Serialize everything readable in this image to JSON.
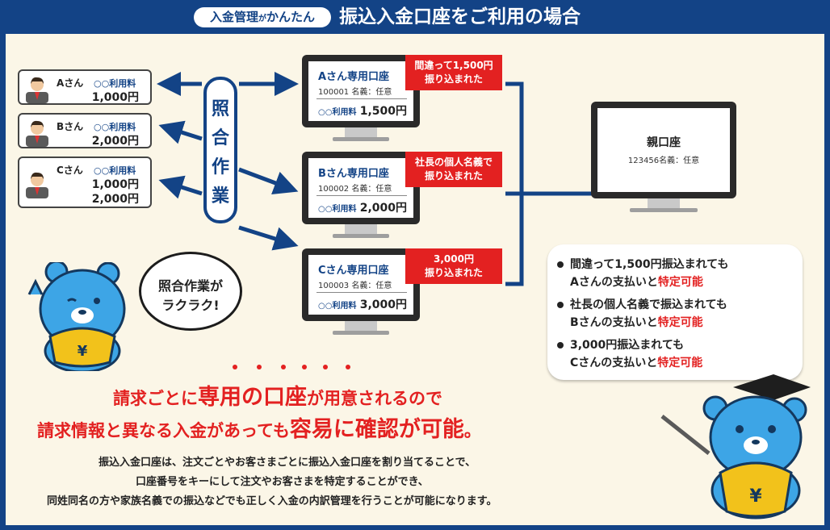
{
  "header": {
    "pill_main": "入金管理",
    "pill_small": "が",
    "pill_tail": "かんたん",
    "title": "振込入金口座をご利用の場合"
  },
  "customers": [
    {
      "name": "Aさん",
      "fee_label": "○○利用料",
      "amounts": [
        "1,000円"
      ]
    },
    {
      "name": "Bさん",
      "fee_label": "○○利用料",
      "amounts": [
        "2,000円"
      ]
    },
    {
      "name": "Cさん",
      "fee_label": "○○利用料",
      "amounts": [
        "1,000円",
        "2,000円"
      ]
    }
  ],
  "matching": {
    "label": [
      "照",
      "合",
      "作",
      "業"
    ]
  },
  "accounts": [
    {
      "title": "Aさん専用口座",
      "number": "100001 名義：任意",
      "fee_label": "○○利用料",
      "amount": "1,500円",
      "note": [
        "間違って1,500円",
        "振り込まれた"
      ]
    },
    {
      "title": "Bさん専用口座",
      "number": "100002 名義：任意",
      "fee_label": "○○利用料",
      "amount": "2,000円",
      "note": [
        "社長の個人名義で",
        "振り込まれた"
      ]
    },
    {
      "title": "Cさん専用口座",
      "number": "100003 名義：任意",
      "fee_label": "○○利用料",
      "amount": "3,000円",
      "note": [
        "3,000円",
        "振り込まれた"
      ]
    }
  ],
  "parent": {
    "title": "親口座",
    "number": "123456名義：任意"
  },
  "bubble": {
    "line1": "照合作業が",
    "line2": "ラクラク!"
  },
  "notes": [
    {
      "line1": "間違って1,500円振込まれても",
      "line2_pre": "Aさんの支払いと",
      "line2_red": "特定可能"
    },
    {
      "line1": "社長の個人名義で振込まれても",
      "line2_pre": "Bさんの支払いと",
      "line2_red": "特定可能"
    },
    {
      "line1": "3,000円振込まれても",
      "line2_pre": "Cさんの支払いと",
      "line2_red": "特定可能"
    }
  ],
  "headline": {
    "l1a": "請求ごとに",
    "l1b": "専用の口座",
    "l1c": "が用意されるので",
    "l2a": "請求情報と異なる入金があっても",
    "l2b": "容易に確認が可能",
    "l2c": "。"
  },
  "body": [
    "振込入金口座は、注文ごとやお客さまごとに振込入金口座を割り当てることで、",
    "口座番号をキーにして注文やお客さまを特定することができ、",
    "同姓同名の方や家族名義での振込などでも正しく入金の内訳管理を行うことが可能になります。"
  ],
  "colors": {
    "navy": "#134386",
    "red": "#e32121",
    "cream": "#fbf6e7",
    "bear_blue": "#3da5e6",
    "gold": "#f2c21b"
  }
}
